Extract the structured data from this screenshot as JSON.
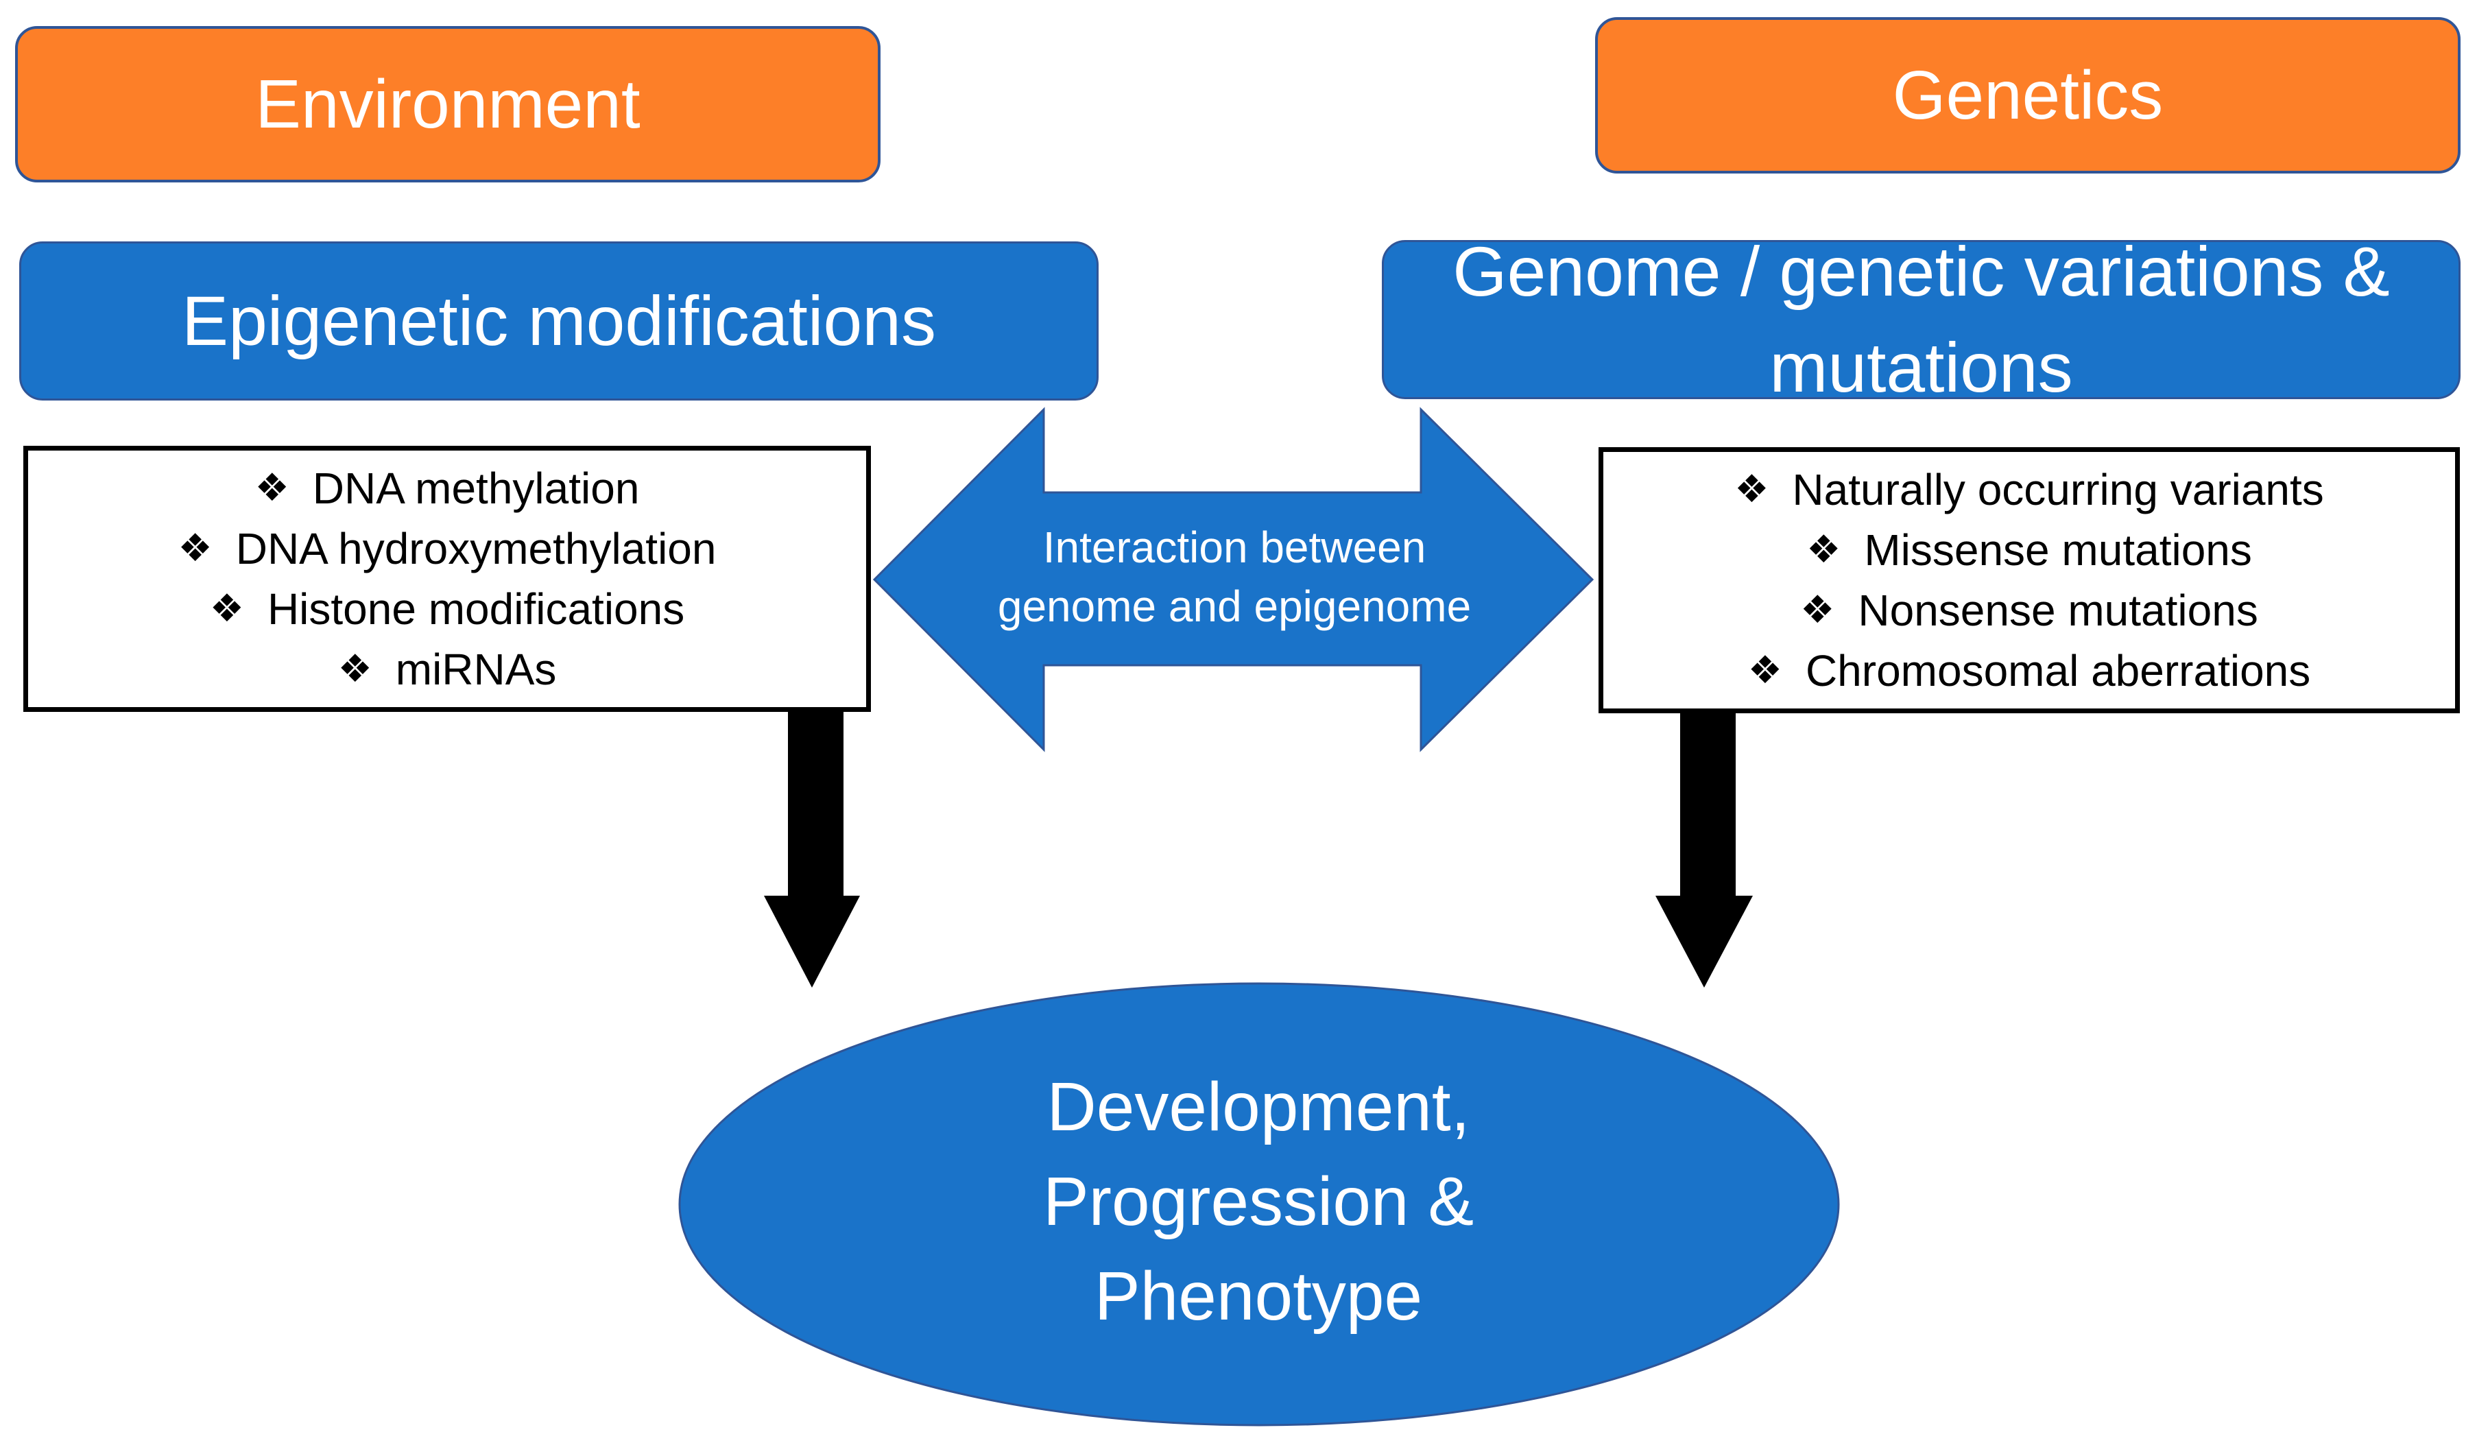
{
  "environment": {
    "label": "Environment"
  },
  "genetics": {
    "label": "Genetics"
  },
  "epigenetic": {
    "title": "Epigenetic modifications",
    "items": [
      "DNA methylation",
      "DNA hydroxymethylation",
      "Histone modifications",
      "miRNAs"
    ]
  },
  "genome": {
    "title": "Genome / genetic variations & mutations",
    "items": [
      "Naturally occurring variants",
      "Missense mutations",
      "Nonsense mutations",
      "Chromosomal aberrations"
    ]
  },
  "interaction": {
    "line1": "Interaction between",
    "line2": "genome and epigenome"
  },
  "outcome": {
    "line1": "Development,",
    "line2": "Progression &",
    "line3": "Phenotype"
  },
  "bullet_symbol": "❖",
  "colors": {
    "orange": "#fd7f28",
    "blue": "#1a73c9",
    "border_blue": "#2f5597",
    "arrow_black": "#000000"
  }
}
